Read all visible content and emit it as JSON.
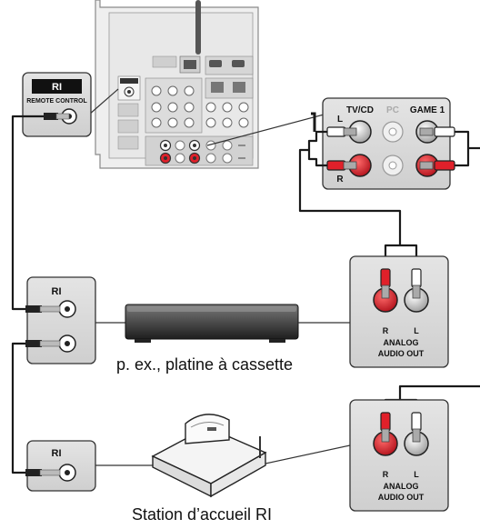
{
  "receiver": {
    "ri_logo": "RI",
    "remote_control_label": "REMOTE CONTROL",
    "ports": {
      "tvcd": "TV/CD",
      "pc": "PC",
      "game1": "GAME 1",
      "left": "L",
      "right": "R"
    }
  },
  "devices": {
    "cassette": {
      "ri_label": "RI",
      "caption": "p. ex., platine à cassette",
      "out_r": "R",
      "out_l": "L",
      "out_label_1": "ANALOG",
      "out_label_2": "AUDIO OUT"
    },
    "dock": {
      "ri_label": "RI",
      "caption": "Station d’accueil RI",
      "out_r": "R",
      "out_l": "L",
      "out_label_1": "ANALOG",
      "out_label_2": "AUDIO OUT"
    }
  },
  "colors": {
    "right_channel": "#e0202a",
    "left_channel": "#ffffff",
    "cable": "#1a1a1a",
    "panel": "#d9d9d9"
  }
}
